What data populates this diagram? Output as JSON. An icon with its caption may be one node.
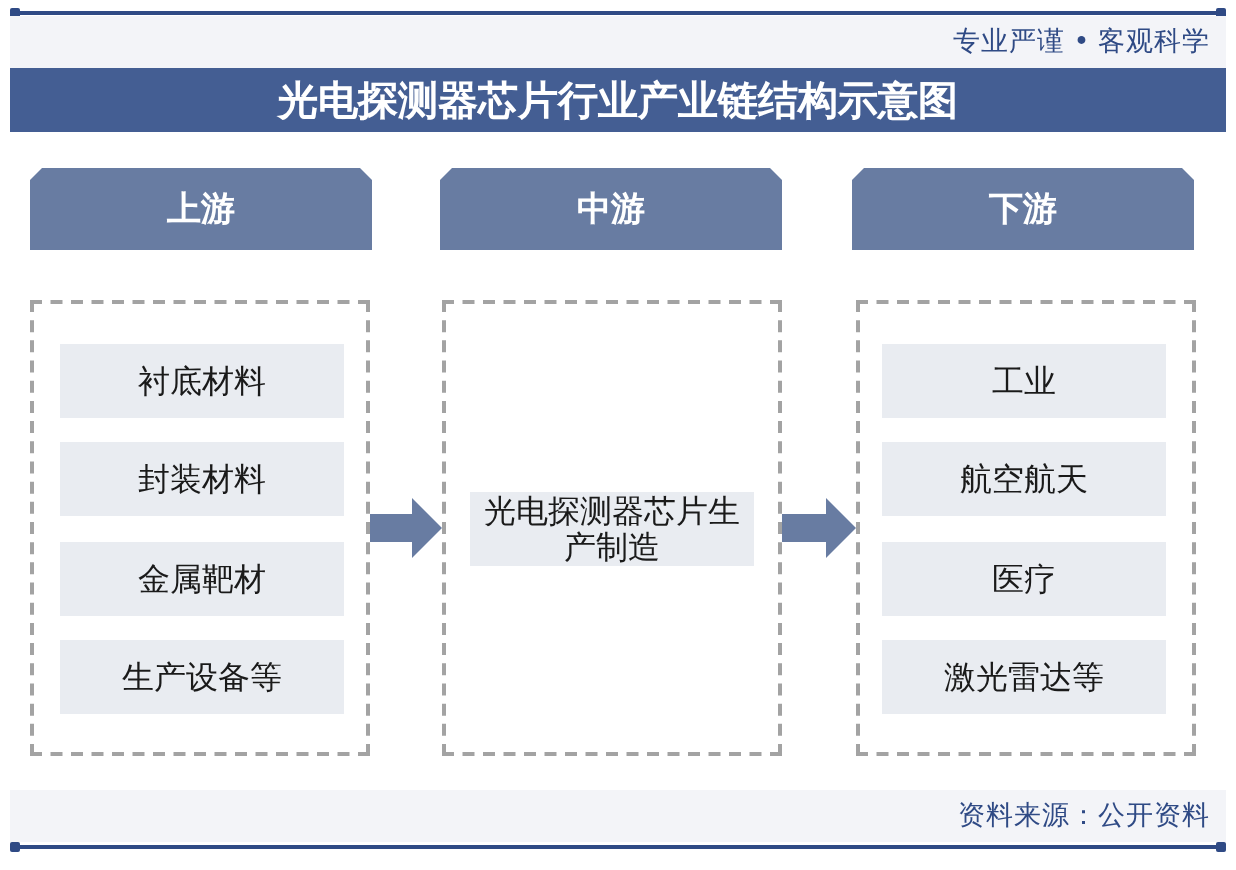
{
  "diagram": {
    "title": "光电探测器芯片行业产业链结构示意图",
    "nodes": [
      {
        "text": [
          "上游"
        ]
      },
      {
        "text": [
          "中游"
        ]
      },
      {
        "text": [
          "下游"
        ]
      },
      {
        "text": [],
        "shape": "box"
      },
      {
        "text": [
          "衬底材料"
        ],
        "in": 3
      },
      {
        "text": [
          "封装材料"
        ],
        "in": 3
      },
      {
        "text": [
          "金属靶材"
        ],
        "in": 3
      },
      {
        "text": [
          "生产设备等"
        ],
        "in": 3
      },
      {
        "text": [],
        "shape": "box"
      },
      {
        "text": [
          "光电探测器芯片生产制造"
        ],
        "in": 8
      },
      {
        "text": [],
        "shape": "box"
      },
      {
        "text": [
          "工业"
        ],
        "in": 10
      },
      {
        "text": [
          "航空航天"
        ],
        "in": 10
      },
      {
        "text": [
          "医疗"
        ],
        "in": 10
      },
      {
        "text": [
          "激光雷达等"
        ],
        "in": 10
      }
    ],
    "edges": [
      {
        "from": 3,
        "to": 8,
        "arrow": "to"
      },
      {
        "from": 8,
        "to": 10,
        "arrow": "to"
      }
    ],
    "labels": [
      "专业严谨 • 客观科学",
      "资料来源：公开资料"
    ]
  }
}
